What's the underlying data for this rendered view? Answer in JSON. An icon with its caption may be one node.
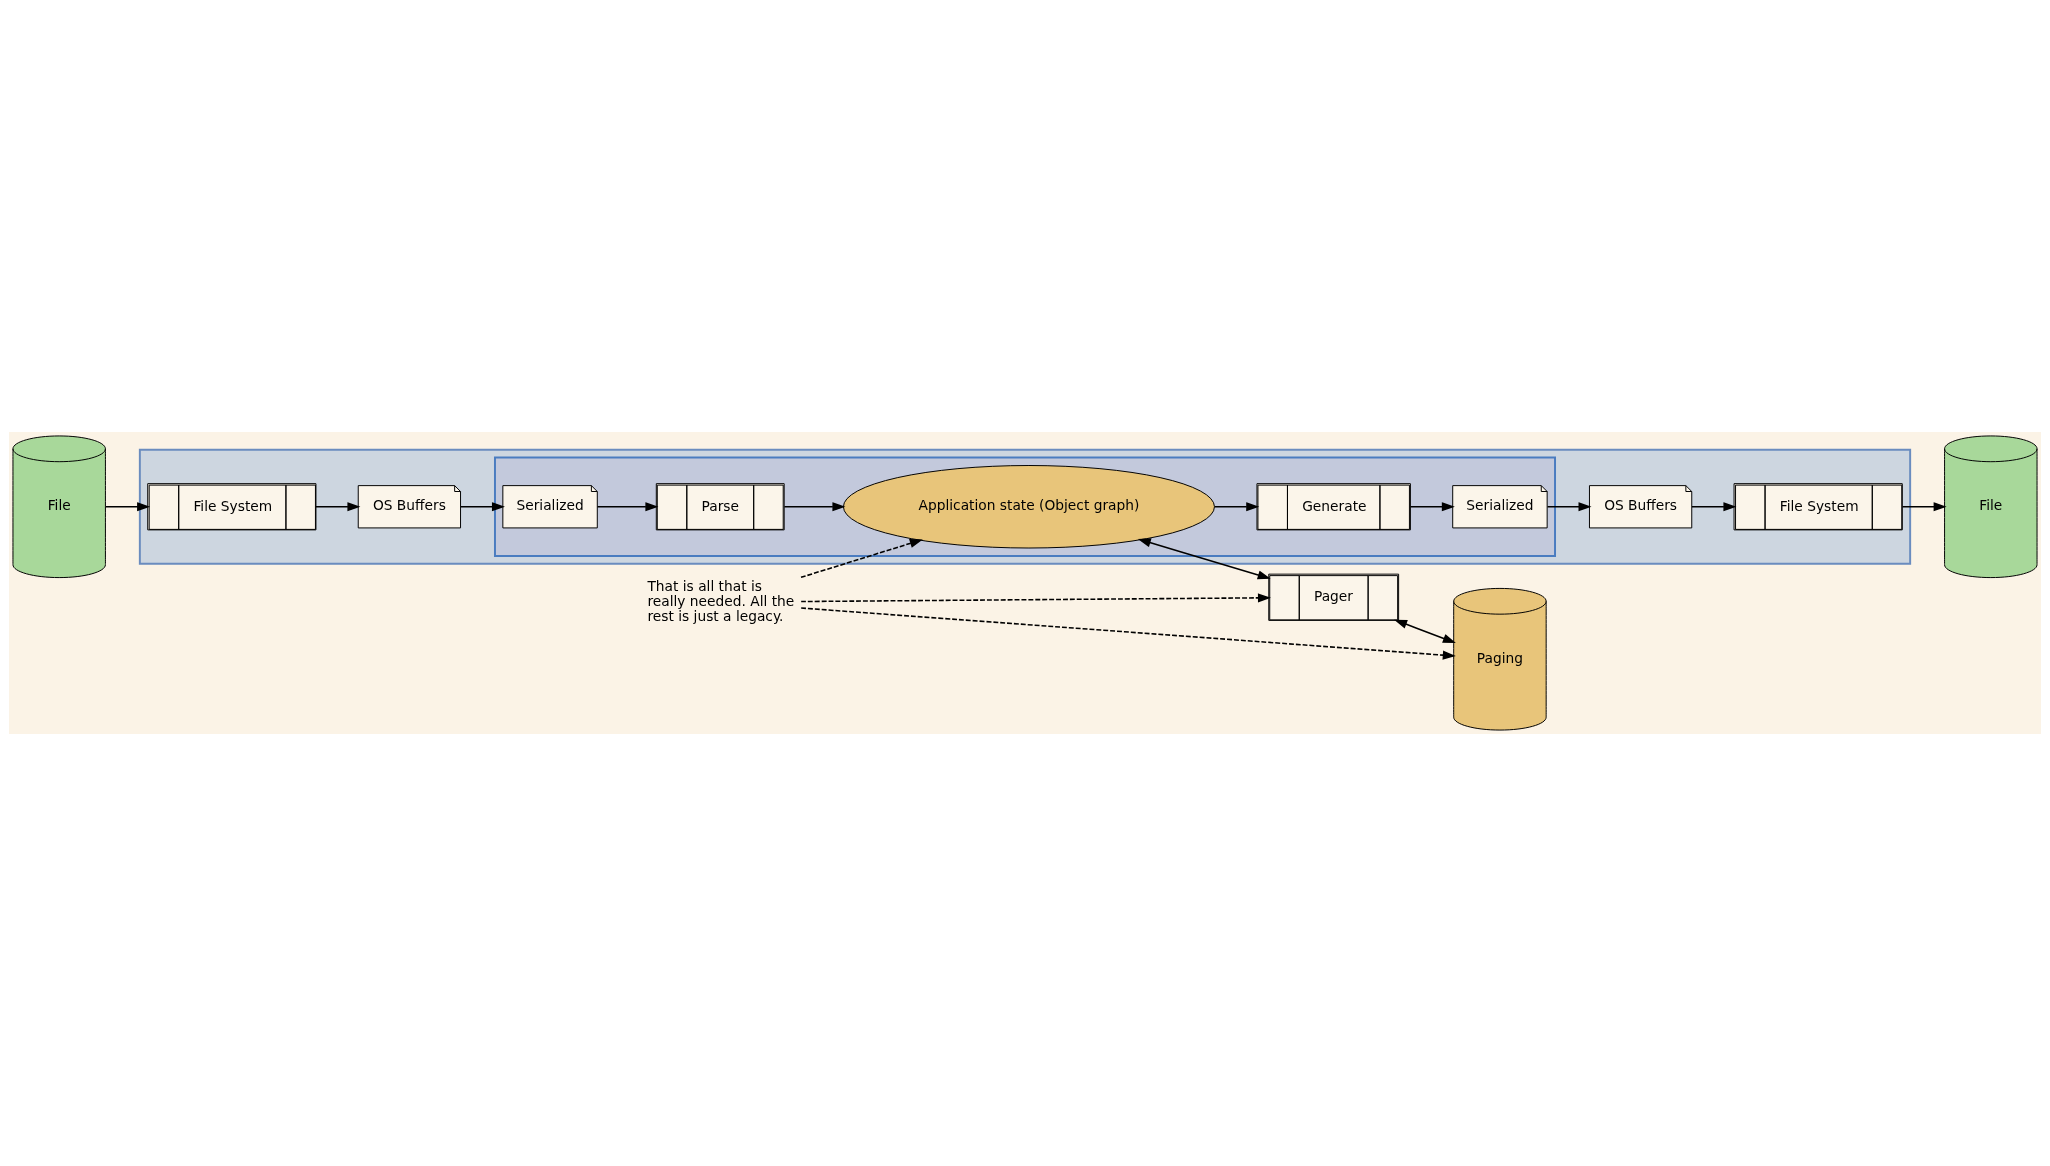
{
  "diagram": {
    "nodes": [
      {
        "text": [],
        "shape": "box"
      },
      {
        "text": [
          "OS Buffers"
        ],
        "in": 0
      },
      {
        "text": [
          "File System"
        ],
        "in": 0
      },
      {
        "text": [],
        "shape": "box",
        "in": 0
      },
      {
        "text": [
          "Serialized"
        ],
        "in": 3
      },
      {
        "text": [
          "Parse"
        ],
        "in": 3
      },
      {
        "text": [
          "Application state (Object graph)"
        ],
        "in": 3
      },
      {
        "text": [
          "Generate"
        ],
        "in": 3
      },
      {
        "text": [
          "Serialized"
        ],
        "in": 3
      },
      {
        "text": [
          "Pager"
        ]
      },
      {
        "text": [
          "OS Buffers"
        ],
        "in": 0
      },
      {
        "text": [
          "File System"
        ],
        "in": 0
      },
      {
        "text": [
          "File"
        ]
      },
      {
        "text": [
          "That is all that is really needed. All the rest is just a legacy."
        ]
      },
      {
        "text": [
          "Paging"
        ]
      },
      {
        "text": [
          "File"
        ]
      }
    ],
    "edges": [
      {
        "from": 12,
        "to": 2,
        "arrow": "to"
      },
      {
        "from": 2,
        "to": 1,
        "arrow": "to"
      },
      {
        "from": 1,
        "to": 4,
        "arrow": "to"
      },
      {
        "from": 4,
        "to": 5,
        "arrow": "to"
      },
      {
        "from": 5,
        "to": 6,
        "arrow": "to"
      },
      {
        "from": 6,
        "to": 7,
        "arrow": "to"
      },
      {
        "from": 7,
        "to": 8,
        "arrow": "to"
      },
      {
        "from": 8,
        "to": 10,
        "arrow": "to"
      },
      {
        "from": 10,
        "to": 11,
        "arrow": "to"
      },
      {
        "from": 11,
        "to": 15,
        "arrow": "to"
      },
      {
        "from": 6,
        "to": 9,
        "arrow": "both"
      },
      {
        "from": 9,
        "to": 14,
        "arrow": "both"
      },
      {
        "from": 13,
        "to": 6,
        "arrow": "to",
        "style": "dashed"
      },
      {
        "from": 13,
        "to": 9,
        "arrow": "to",
        "style": "dashed"
      },
      {
        "from": 13,
        "to": 14,
        "arrow": "to",
        "style": "dashed"
      }
    ]
  }
}
